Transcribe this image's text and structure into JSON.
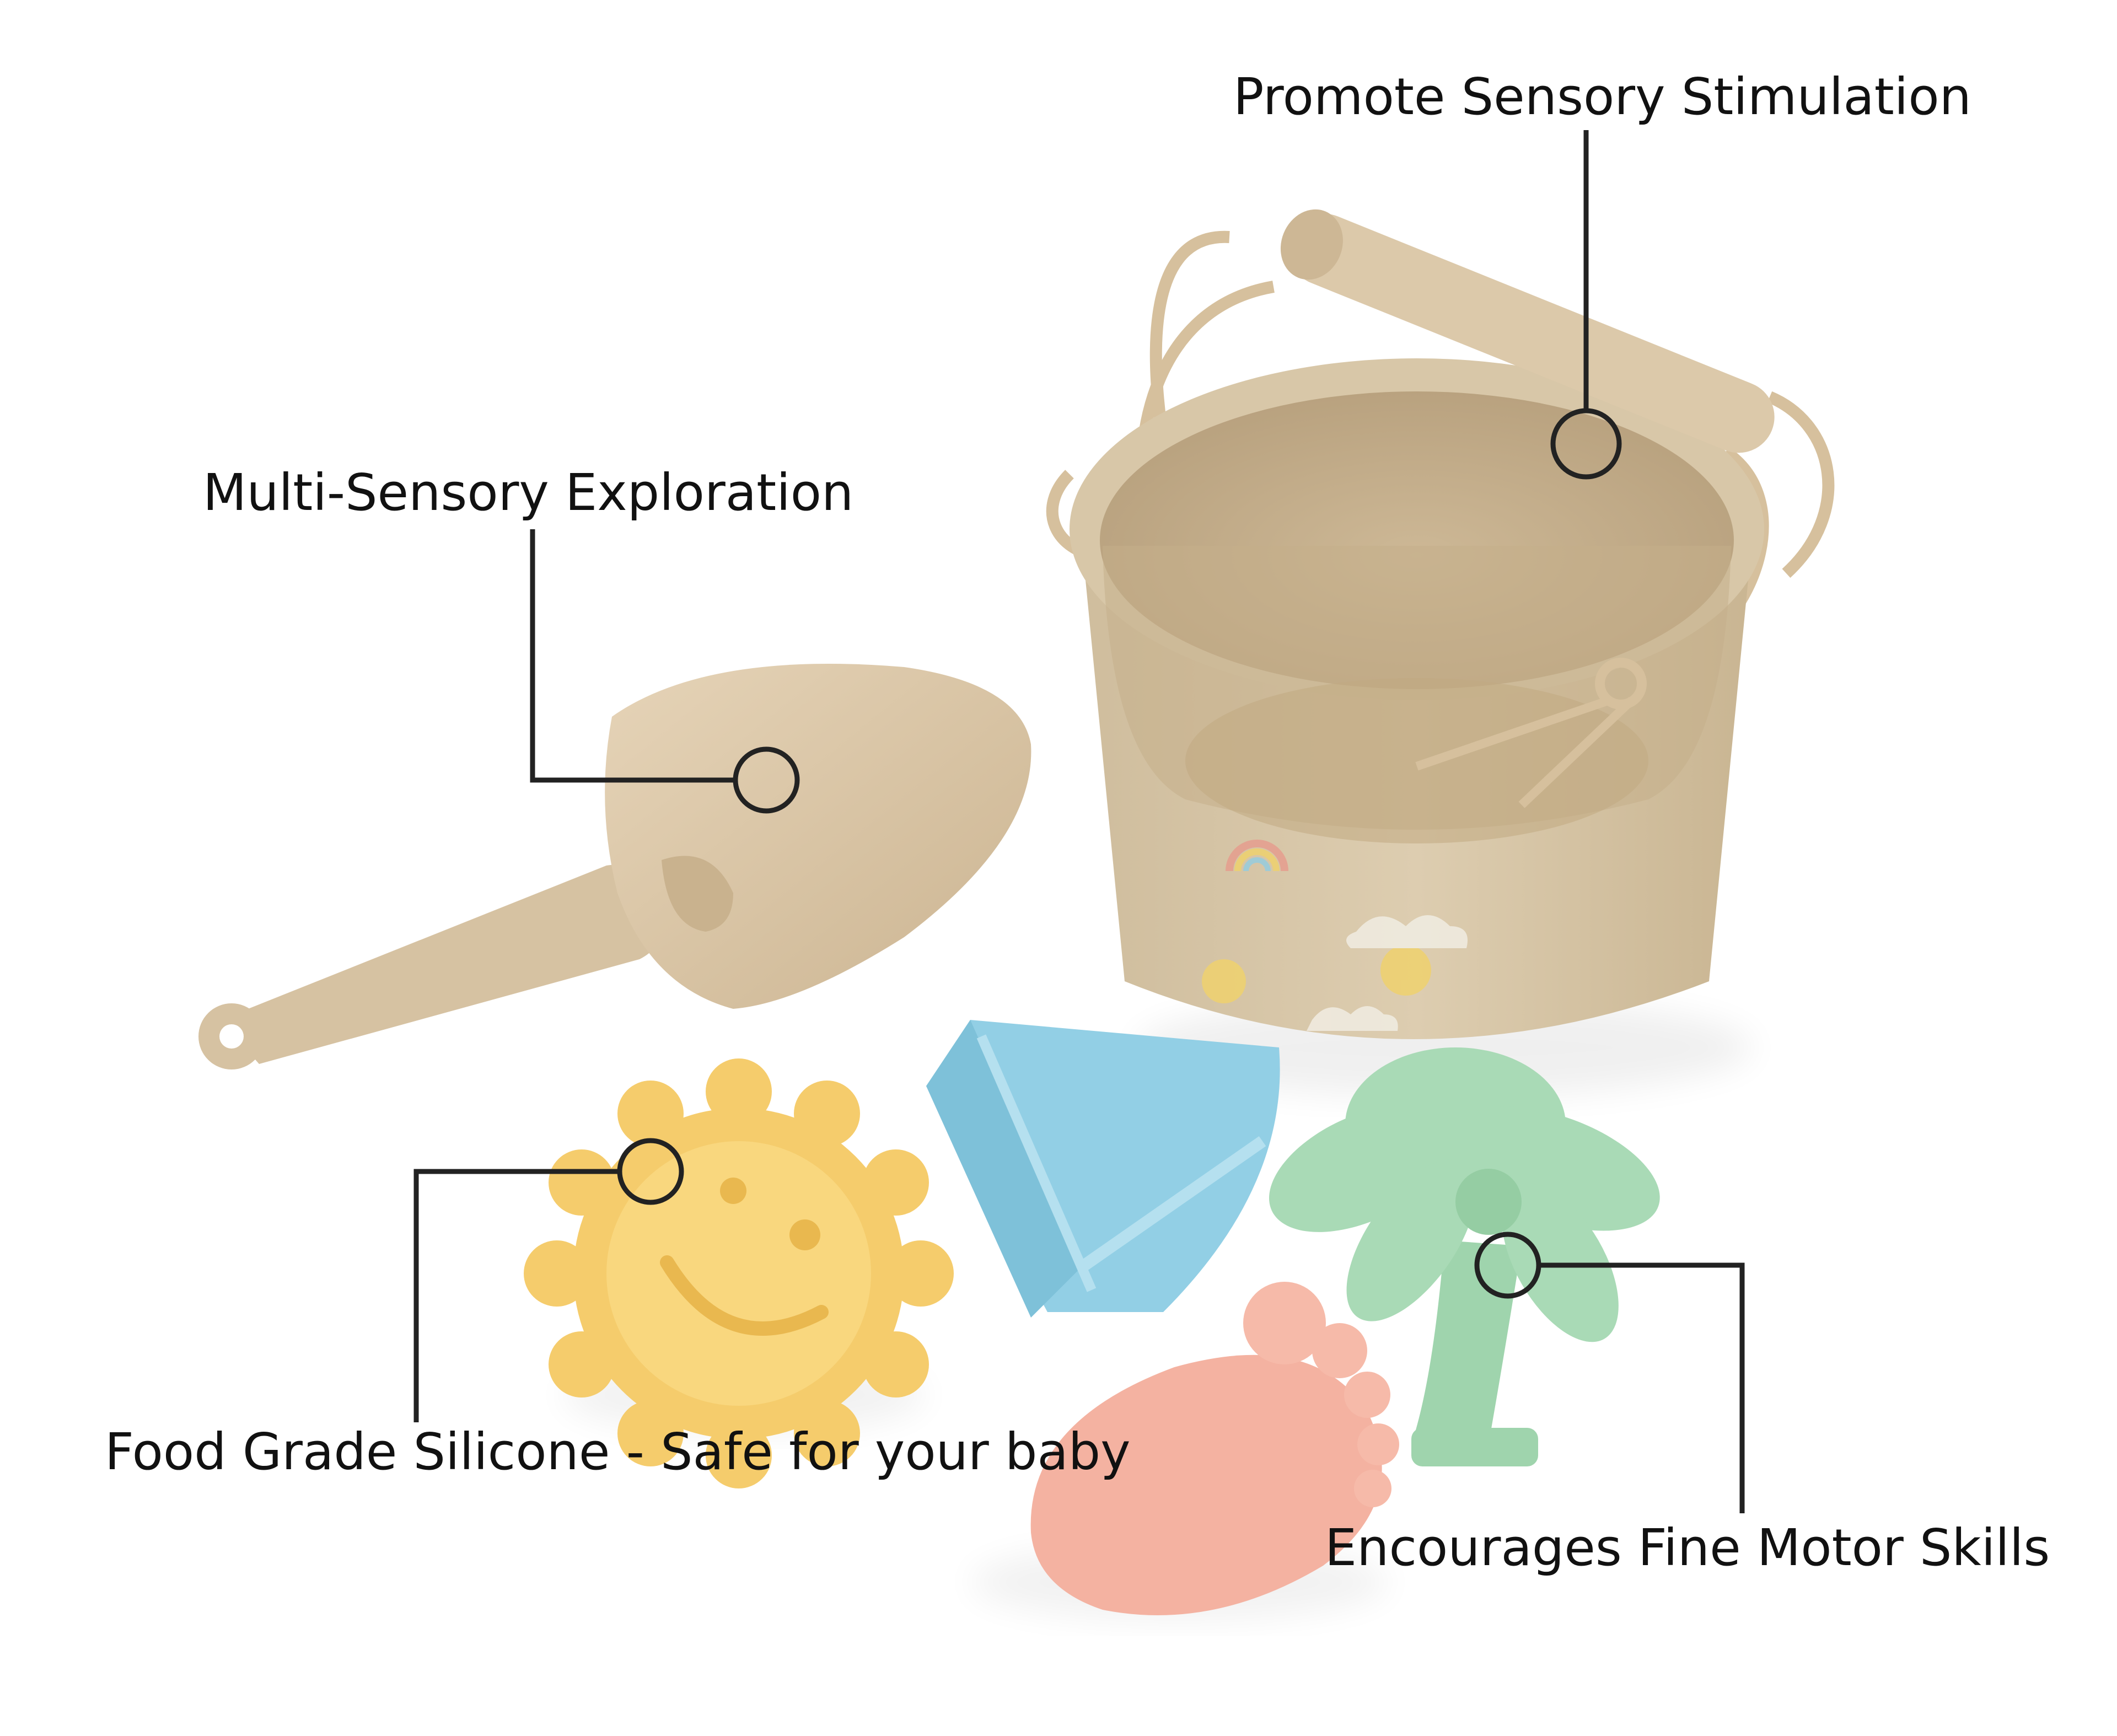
{
  "callouts": {
    "sensory_stimulation": "Promote Sensory Stimulation",
    "sensory_exploration": "Multi-Sensory Exploration",
    "food_grade": "Food Grade Silicone - Safe for your baby",
    "fine_motor": "Encourages Fine Motor Skills"
  },
  "colors": {
    "background": "#ffffff",
    "bucket": "#d9c6a6",
    "scoop": "#dcc7a9",
    "sun": "#f6cf72",
    "boat": "#92d0e6",
    "palm": "#a9d9b6",
    "foot": "#f4b3a2",
    "callout_line": "#222222"
  },
  "icons": [
    "bucket-icon",
    "scoop-icon",
    "sun-mold-icon",
    "sailboat-mold-icon",
    "palm-tree-mold-icon",
    "footprint-mold-icon"
  ]
}
